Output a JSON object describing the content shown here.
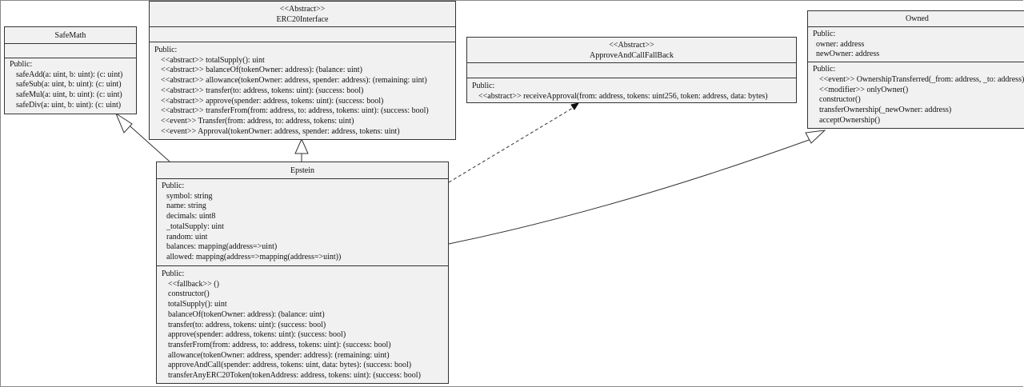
{
  "classes": {
    "safemath": {
      "stereotype": "",
      "name": "SafeMath",
      "attributes": [],
      "ops_visibility": "Public:",
      "operations": [
        "safeAdd(a: uint, b: uint): (c: uint)",
        "safeSub(a: uint, b: uint): (c: uint)",
        "safeMul(a: uint, b: uint): (c: uint)",
        "safeDiv(a: uint, b: uint): (c: uint)"
      ]
    },
    "erc20": {
      "stereotype": "<<Abstract>>",
      "name": "ERC20Interface",
      "attributes": [],
      "ops_visibility": "Public:",
      "operations": [
        "<<abstract>> totalSupply(): uint",
        "<<abstract>> balanceOf(tokenOwner: address): (balance: uint)",
        "<<abstract>> allowance(tokenOwner: address, spender: address): (remaining: uint)",
        "<<abstract>> transfer(to: address, tokens: uint): (success: bool)",
        "<<abstract>> approve(spender: address, tokens: uint): (success: bool)",
        "<<abstract>> transferFrom(from: address, to: address, tokens: uint): (success: bool)",
        "<<event>> Transfer(from: address, to: address, tokens: uint)",
        "<<event>> Approval(tokenOwner: address, spender: address, tokens: uint)"
      ]
    },
    "approve": {
      "stereotype": "<<Abstract>>",
      "name": "ApproveAndCallFallBack",
      "attributes": [],
      "ops_visibility": "Public:",
      "operations": [
        "<<abstract>> receiveApproval(from: address, tokens: uint256, token: address, data: bytes)"
      ]
    },
    "owned": {
      "stereotype": "",
      "name": "Owned",
      "attrs_visibility": "Public:",
      "attributes": [
        "owner: address",
        "newOwner: address"
      ],
      "ops_visibility": "Public:",
      "operations": [
        "<<event>> OwnershipTransferred(_from: address, _to: address)",
        "<<modifier>> onlyOwner()",
        "constructor()",
        "transferOwnership(_newOwner: address)",
        "acceptOwnership()"
      ]
    },
    "epstein": {
      "stereotype": "",
      "name": "Epstein",
      "attrs_visibility": "Public:",
      "attributes": [
        "symbol: string",
        "name: string",
        "decimals: uint8",
        "_totalSupply: uint",
        "random: uint",
        "balances: mapping(address=>uint)",
        "allowed: mapping(address=>mapping(address=>uint))"
      ],
      "ops_visibility": "Public:",
      "operations": [
        "<<fallback>> ()",
        "constructor()",
        "totalSupply(): uint",
        "balanceOf(tokenOwner: address): (balance: uint)",
        "transfer(to: address, tokens: uint): (success: bool)",
        "approve(spender: address, tokens: uint): (success: bool)",
        "transferFrom(from: address, to: address, tokens: uint): (success: bool)",
        "allowance(tokenOwner: address, spender: address): (remaining: uint)",
        "approveAndCall(spender: address, tokens: uint, data: bytes): (success: bool)",
        "transferAnyERC20Token(tokenAddress: address, tokens: uint): (success: bool)"
      ]
    }
  },
  "relations": [
    {
      "from": "epstein",
      "to": "safemath",
      "kind": "generalization"
    },
    {
      "from": "epstein",
      "to": "erc20",
      "kind": "generalization"
    },
    {
      "from": "epstein",
      "to": "approve",
      "kind": "dependency"
    },
    {
      "from": "epstein",
      "to": "owned",
      "kind": "generalization"
    }
  ],
  "colors": {
    "class_fill": "#f1f1f1",
    "stroke": "#333333",
    "text": "#111111"
  }
}
